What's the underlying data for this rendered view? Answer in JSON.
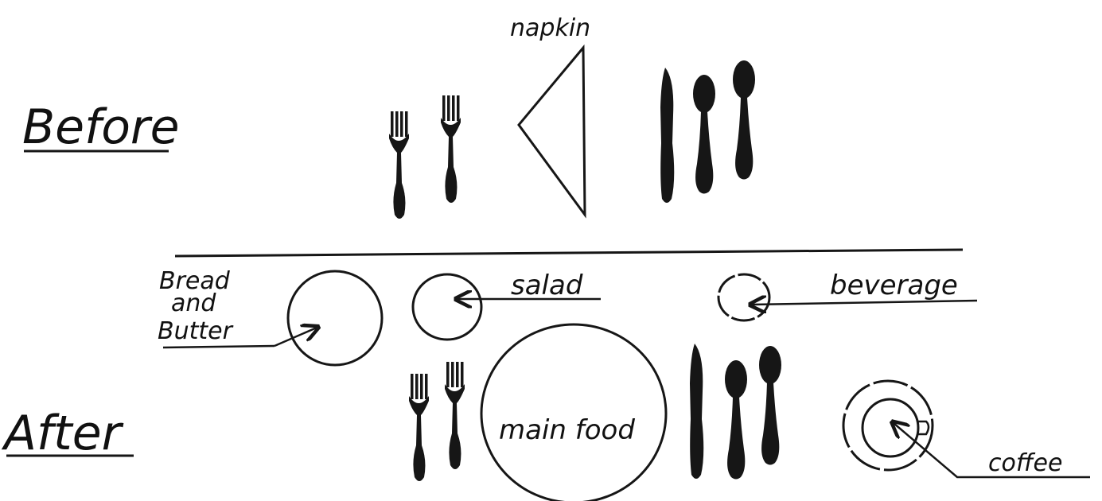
{
  "labels": {
    "before": "Before",
    "after": "After",
    "napkin": "napkin",
    "bread_line1": "Bread",
    "bread_line2": "and",
    "bread_line3": "Butter",
    "salad": "salad",
    "beverage": "beverage",
    "main_food": "main food",
    "coffee": "coffee"
  },
  "colors": {
    "ink": "#161616",
    "background": "#ffffff"
  },
  "icons": [
    "fork-icon",
    "knife-icon",
    "spoon-icon",
    "plate-icon",
    "cup-icon",
    "napkin-icon",
    "arrow-icon"
  ]
}
